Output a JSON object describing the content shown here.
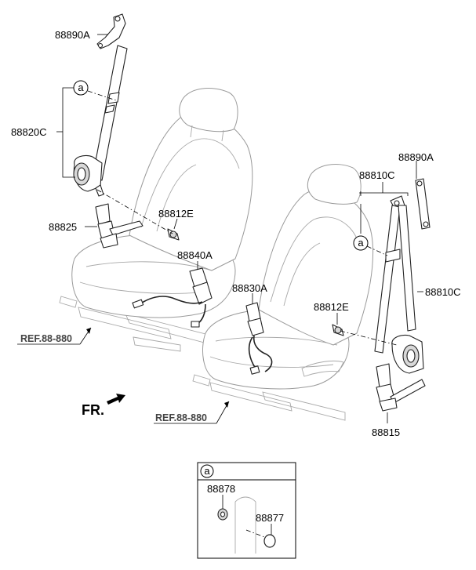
{
  "labels": {
    "p88890A_top": "88890A",
    "p88820C": "88820C",
    "p88825": "88825",
    "p88812E_left": "88812E",
    "p88840A": "88840A",
    "p88830A": "88830A",
    "p88810C_top": "88810C",
    "p88890A_right": "88890A",
    "p88810C_right": "88810C",
    "p88812E_right": "88812E",
    "p88815": "88815",
    "ref_left": "REF.88-880",
    "ref_right": "REF.88-880",
    "fr": "FR.",
    "callout_a_left": "a",
    "callout_a_right": "a"
  },
  "detail": {
    "header": "a",
    "p88878": "88878",
    "p88877": "88877"
  }
}
